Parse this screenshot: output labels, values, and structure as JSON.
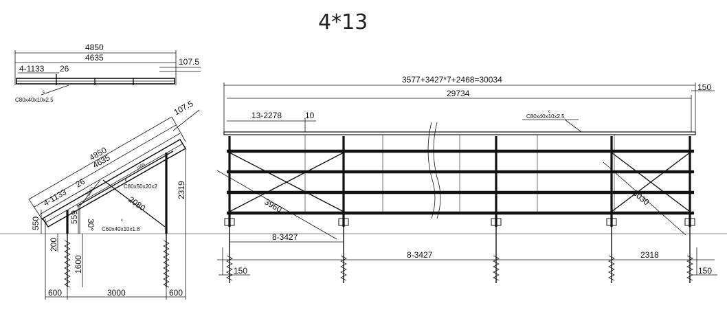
{
  "title": "4*13",
  "top_view": {
    "overall_length": "4850",
    "inner_length": "4635",
    "overhang": "107.5",
    "spacing": "4-1133",
    "gap": "26",
    "profile_c": "c",
    "profile": "C80x40x10x2.5"
  },
  "side_view": {
    "overhang": "107.5",
    "length_outer": "4850",
    "length_inner": "4635",
    "spacing": "4-1133",
    "gap": "26",
    "beam_profile_c": "c",
    "beam_profile": "C80x50x20x2",
    "brace_profile_c": "c",
    "brace_profile": "C60x40x10x1.8",
    "front_leg_height": "550",
    "front_leg_height_inner": "559",
    "rear_leg_height": "2319",
    "brace_length": "2080",
    "tilt_angle": "30°",
    "small_label_a": "1959",
    "small_label_b": "1563",
    "embed_depth": "200",
    "pile_length": "1600",
    "base_left": "600",
    "base_span": "3000",
    "base_right": "600"
  },
  "front_view": {
    "total_formula": "3577+3427*7+2468=30034",
    "end_overhang": "150",
    "rail_length": "29734",
    "panel_spacing": "13-2278",
    "panel_gap": "10",
    "rail_profile_c": "c",
    "rail_profile": "C80x40x10x2.5",
    "diag_left": "3960",
    "diag_right": "3030",
    "bay_spacing_upper": "8-3427",
    "bay_spacing_lower": "8-3427",
    "last_bay": "2318",
    "left_offset": "150",
    "right_offset": "150"
  }
}
